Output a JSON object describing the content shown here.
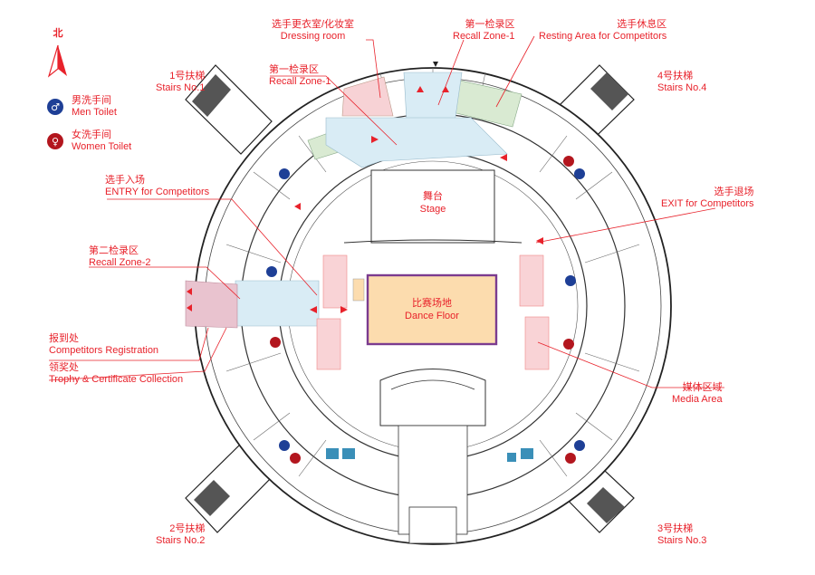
{
  "north": {
    "label": "北"
  },
  "legend": [
    {
      "icon": "men-toilet-icon",
      "zh": "男洗手间",
      "en": "Men Toilet",
      "color": "#1e3f96"
    },
    {
      "icon": "women-toilet-icon",
      "zh": "女洗手间",
      "en": "Women Toilet",
      "color": "#b3161e"
    }
  ],
  "labels": {
    "dressing": {
      "zh": "选手更衣室/化妆室",
      "en": "Dressing room"
    },
    "recall1_top": {
      "zh": "第一检录区",
      "en": "Recall Zone-1"
    },
    "resting": {
      "zh": "选手休息区",
      "en": "Resting Area for Competitors"
    },
    "stairs1": {
      "zh": "1号扶梯",
      "en": "Stairs No.1"
    },
    "recall1_left": {
      "zh": "第一检录区",
      "en": "Recall Zone-1"
    },
    "stairs4": {
      "zh": "4号扶梯",
      "en": "Stairs No.4"
    },
    "entry": {
      "zh": "选手入场",
      "en": "ENTRY for Competitors"
    },
    "exit": {
      "zh": "选手退场",
      "en": "EXIT for Competitors"
    },
    "recall2": {
      "zh": "第二检录区",
      "en": "Recall Zone-2"
    },
    "registration": {
      "zh": "报到处",
      "en": "Competitors Registration"
    },
    "trophy": {
      "zh": "领奖处",
      "en": "Trophy & Certificate Collection"
    },
    "media": {
      "zh": "媒体区域",
      "en": "Media Area"
    },
    "stairs2": {
      "zh": "2号扶梯",
      "en": "Stairs No.2"
    },
    "stairs3": {
      "zh": "3号扶梯",
      "en": "Stairs No.3"
    },
    "stage": {
      "zh": "舞台",
      "en": "Stage"
    },
    "dance_floor": {
      "zh": "比赛场地",
      "en": "Dance Floor"
    }
  },
  "colors": {
    "accent": "#e8222b",
    "men": "#1e3f96",
    "women": "#b3161e",
    "recall_zone": "#d9ecf5",
    "dressing": "#f7d2d5",
    "resting": "#d9ead2",
    "dance_floor": "#fcdcae",
    "dance_border": "#7b3b8f",
    "media_zone": "#f9d3d6",
    "recall2_fill": "#e9c3cf"
  }
}
